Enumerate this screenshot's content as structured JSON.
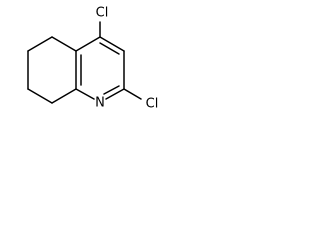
{
  "atoms": {
    "top_substituent": "Cl",
    "right_substituent": "Cl",
    "ring_nitrogen": "N"
  },
  "colors": {
    "bond": "#000000",
    "label": "#000000",
    "background": "#ffffff"
  }
}
